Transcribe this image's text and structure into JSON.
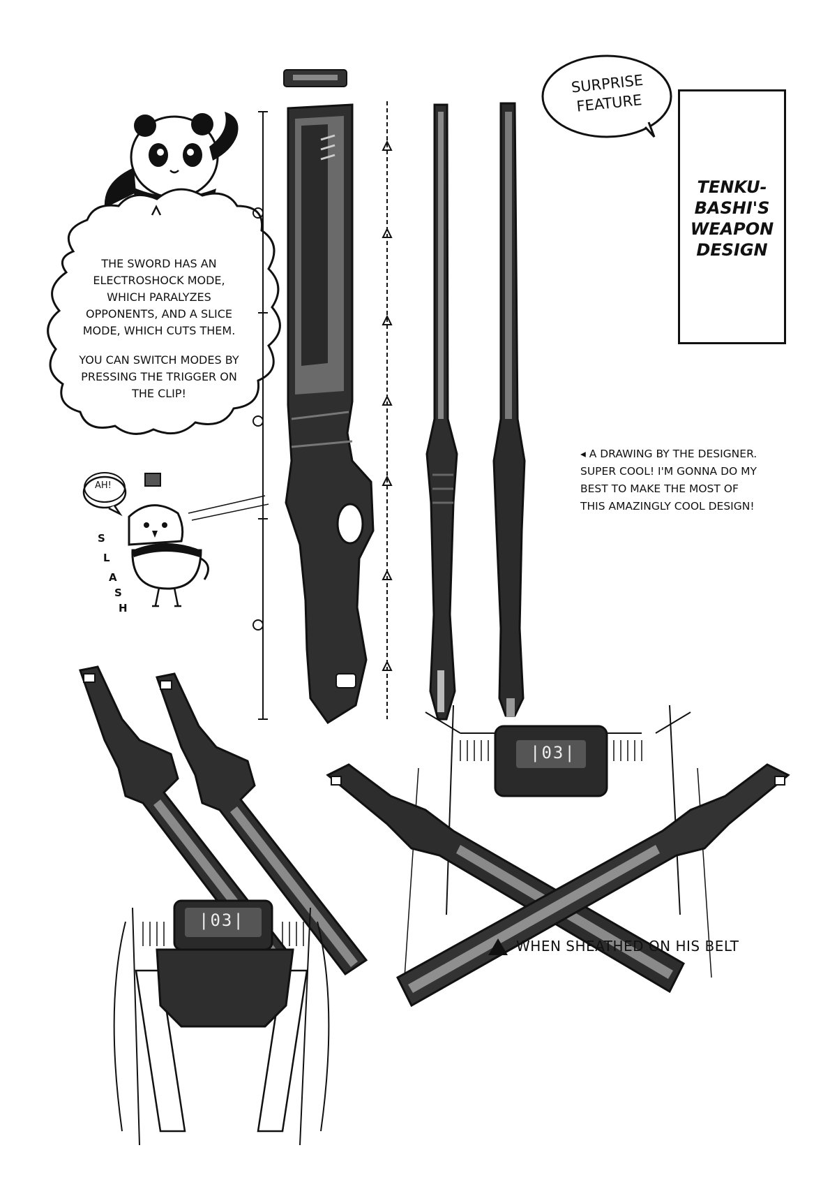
{
  "title": {
    "line1": "TENKU-",
    "line2": "BASHI'S",
    "line3": "WEAPON",
    "line4": "DESIGN"
  },
  "bubble": {
    "line1": "SURPRISE",
    "line2": "FEATURE"
  },
  "cloud": {
    "para1": "THE SWORD HAS AN ELECTROSHOCK MODE, WHICH PARALYZES OPPONENTS, AND A SLICE MODE, WHICH CUTS THEM.",
    "para2": "YOU CAN SWITCH MODES BY PRESSING THE TRIGGER ON THE CLIP!"
  },
  "designer_note": {
    "line1": "◂ A DRAWING BY THE DESIGNER.",
    "line2": "SUPER COOL! I'M GONNA DO MY",
    "line3": "BEST TO MAKE THE MOST OF",
    "line4": "THIS AMAZINGLY COOL DESIGN!"
  },
  "chick": {
    "ah": "AH!",
    "slash": [
      "S",
      "L",
      "A",
      "S",
      "H"
    ]
  },
  "belt_code": "|03|",
  "sheathed_caption": "WHEN SHEATHED ON HIS BELT",
  "colors": {
    "ink": "#111111",
    "blade_dark": "#2b2b2b",
    "blade_mid": "#4a4a4a",
    "blade_light": "#8c8c8c",
    "paper": "#ffffff"
  }
}
